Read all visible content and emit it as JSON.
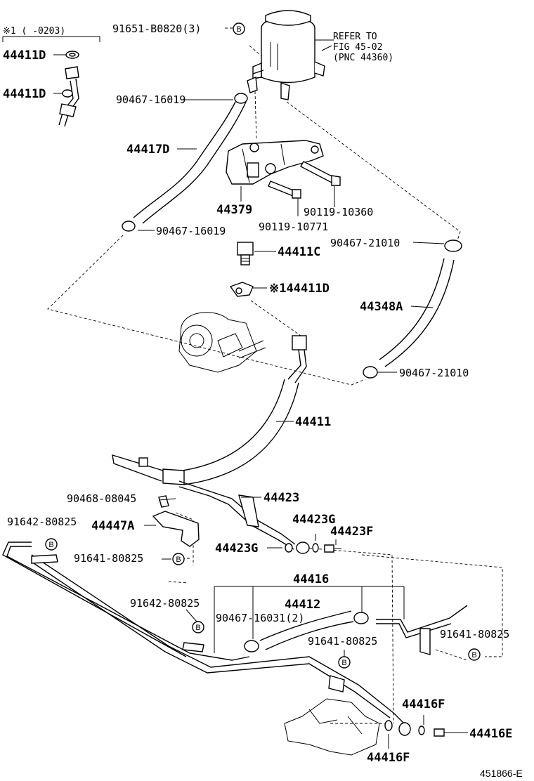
{
  "diagram": {
    "footnote_header": "※1 (     -0203)",
    "figure_id": "451866-E",
    "refer": {
      "line1": "REFER TO",
      "line2": "FIG 45-02",
      "line3": "(PNC 44360)"
    },
    "circle_symbol": "B",
    "labels": {
      "p44411D_a": "44411D",
      "p44411D_b": "44411D",
      "p91651": "91651-B0820(3)",
      "p90467_16019_a": "90467-16019",
      "p44417D": "44417D",
      "p44379": "44379",
      "p90119_10360": "90119-10360",
      "p90119_10771": "90119-10771",
      "p90467_16019_b": "90467-16019",
      "p44411C": "44411C",
      "p90467_21010_a": "90467-21010",
      "p44411D_c": "※144411D",
      "p44348A": "44348A",
      "p90467_21010_b": "90467-21010",
      "p44411": "44411",
      "p90468_08045": "90468-08045",
      "p44423": "44423",
      "p91642_80825_a": "91642-80825",
      "p44447A": "44447A",
      "p44423G_a": "44423G",
      "p44423F": "44423F",
      "p91641_80825_a": "91641-80825",
      "p44423G_b": "44423G",
      "p44416": "44416",
      "p91642_80825_b": "91642-80825",
      "p44412": "44412",
      "p90467_16031": "90467-16031(2)",
      "p91641_80825_b": "91641-80825",
      "p91641_80825_c": "91641-80825",
      "p44416F_a": "44416F",
      "p44416E": "44416E",
      "p44416F_b": "44416F"
    }
  }
}
